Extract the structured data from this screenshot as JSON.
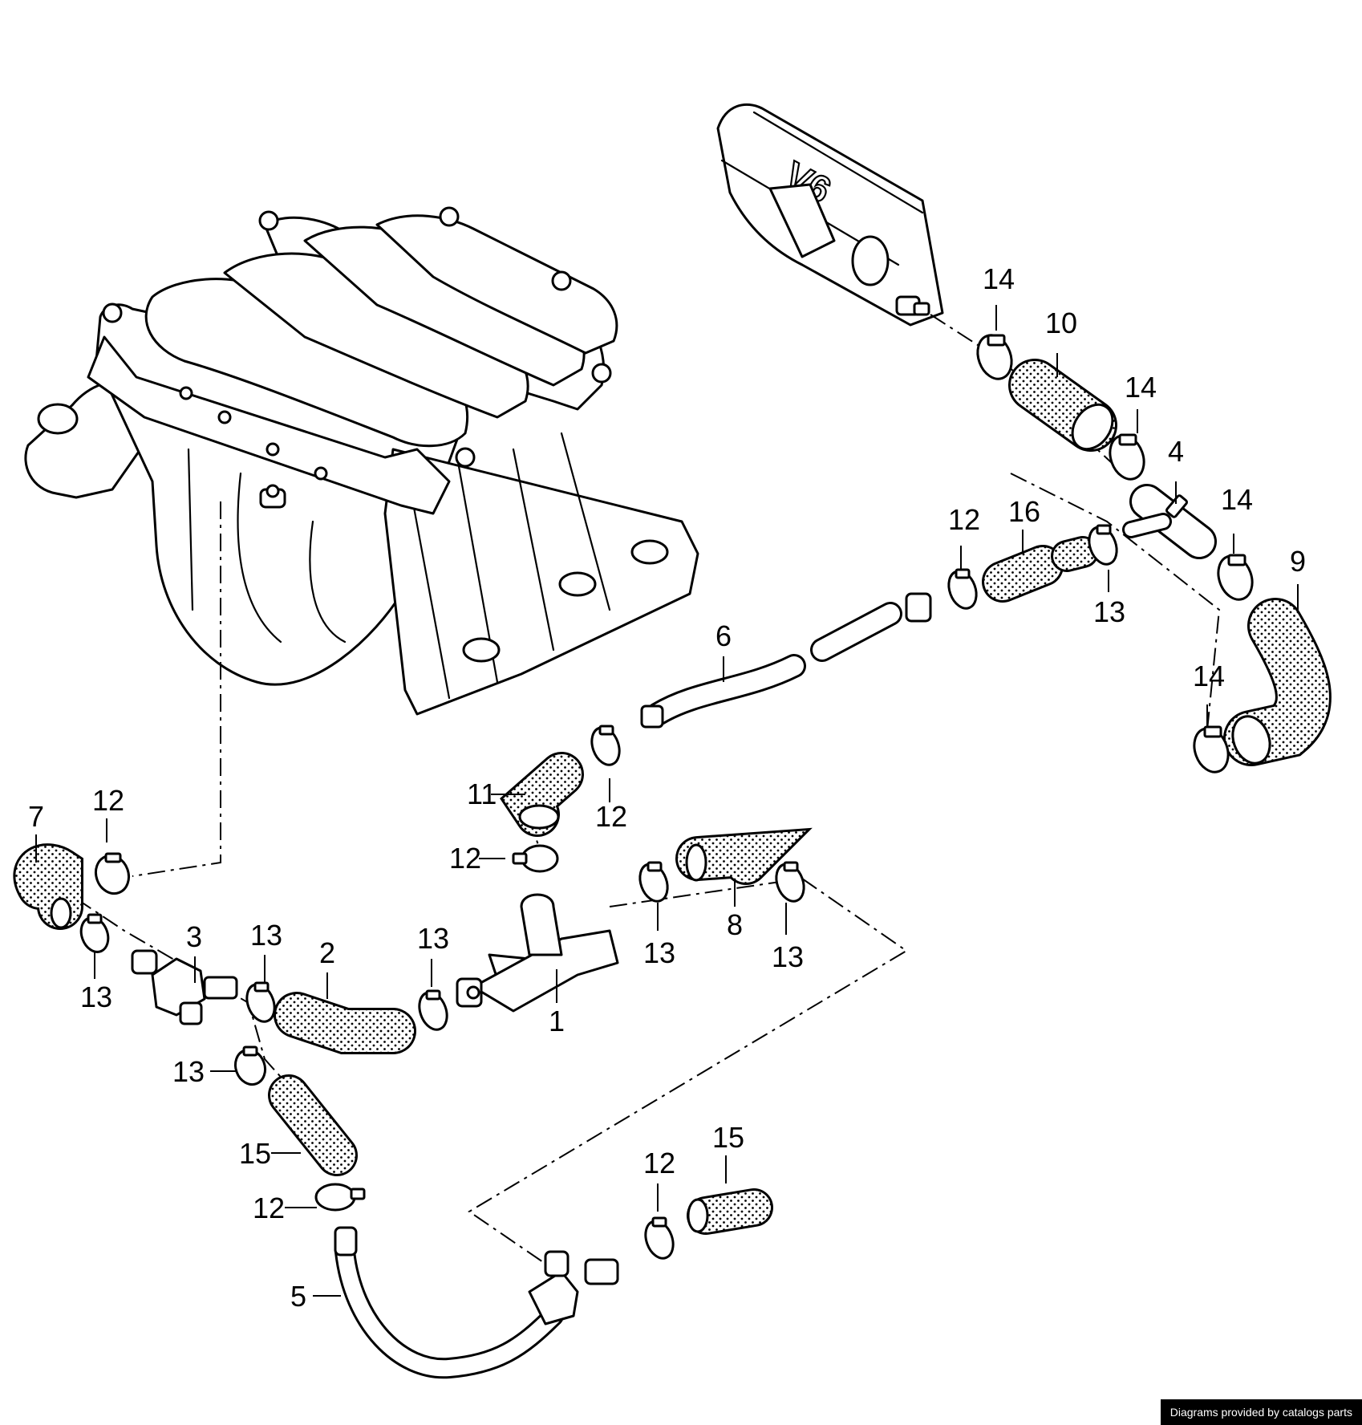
{
  "diagram": {
    "hose_fill_color": "#000000",
    "embossed_label": "V6",
    "callouts": [
      {
        "label": "1"
      },
      {
        "label": "2"
      },
      {
        "label": "3"
      },
      {
        "label": "4"
      },
      {
        "label": "5"
      },
      {
        "label": "6"
      },
      {
        "label": "7"
      },
      {
        "label": "8"
      },
      {
        "label": "9"
      },
      {
        "label": "10"
      },
      {
        "label": "11"
      },
      {
        "label": "12"
      },
      {
        "label": "12"
      },
      {
        "label": "12"
      },
      {
        "label": "12"
      },
      {
        "label": "12"
      },
      {
        "label": "12"
      },
      {
        "label": "13"
      },
      {
        "label": "13"
      },
      {
        "label": "13"
      },
      {
        "label": "13"
      },
      {
        "label": "13"
      },
      {
        "label": "13"
      },
      {
        "label": "13"
      },
      {
        "label": "14"
      },
      {
        "label": "14"
      },
      {
        "label": "14"
      },
      {
        "label": "14"
      },
      {
        "label": "15"
      },
      {
        "label": "15"
      },
      {
        "label": "16"
      }
    ]
  },
  "footer": {
    "credit": "Diagrams provided by catalogs parts"
  }
}
